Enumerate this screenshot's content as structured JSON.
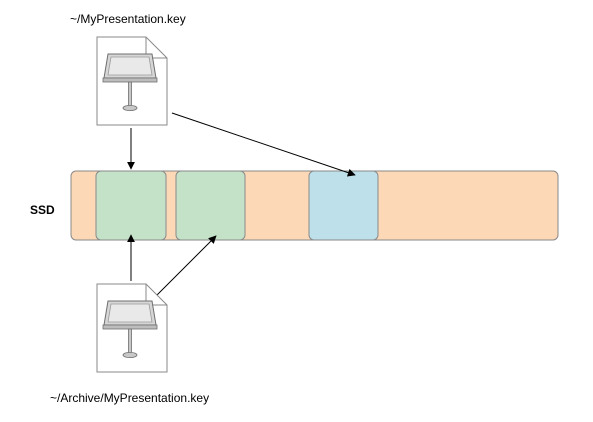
{
  "labels": {
    "top_file": "~/MyPresentation.key",
    "bottom_file": "~/Archive/MyPresentation.key",
    "ssd": "SSD"
  },
  "colors": {
    "ssd_fill": "#fcd8b6",
    "shared_block_fill": "#c3e2c7",
    "new_block_fill": "#bde0eb",
    "outline": "#8a8a8a",
    "arrow": "#000000"
  },
  "icons": {
    "top_file": "keynote-document-icon",
    "bottom_file": "keynote-document-icon"
  }
}
